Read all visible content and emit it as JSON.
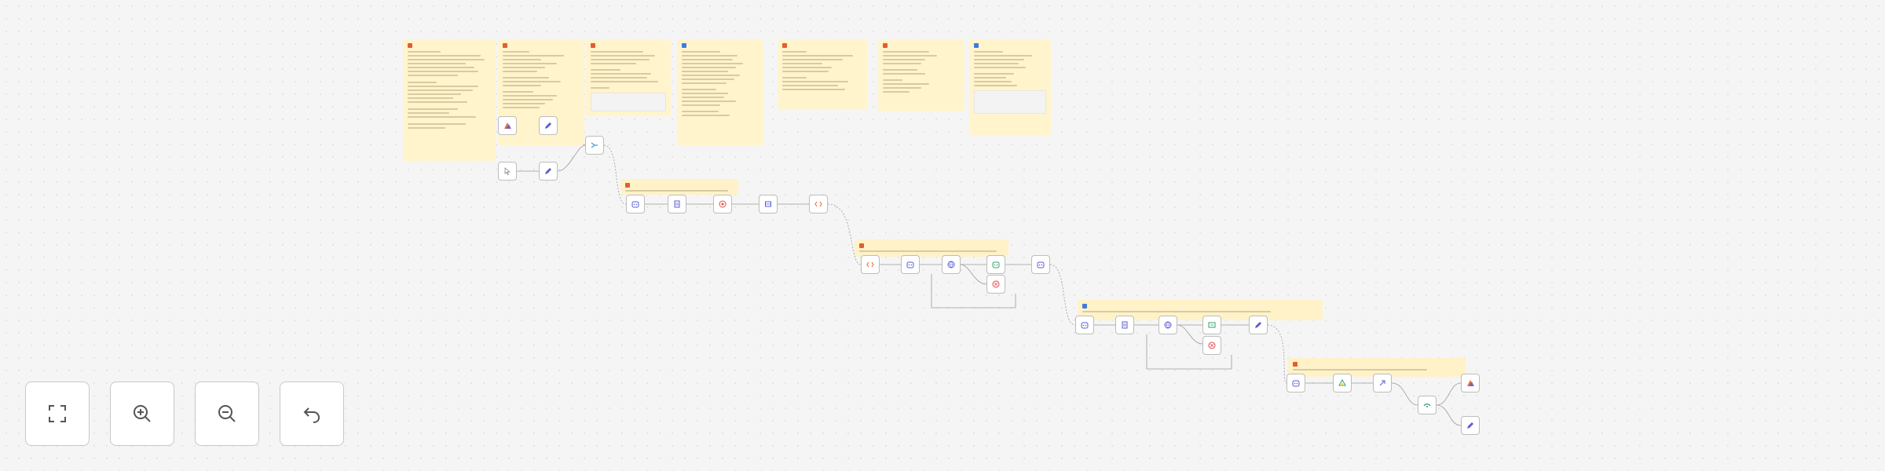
{
  "notes": [
    {
      "id": "n1",
      "title": "",
      "icon_color": "#e25d33"
    },
    {
      "id": "n2",
      "title": "",
      "icon_color": "#e25d33"
    },
    {
      "id": "n3",
      "title": "",
      "icon_color": "#e25d33"
    },
    {
      "id": "n4",
      "title": "",
      "icon_color": "#3d7be0"
    },
    {
      "id": "n5",
      "title": "",
      "icon_color": "#e25d33"
    },
    {
      "id": "n6",
      "title": "",
      "icon_color": "#e25d33"
    },
    {
      "id": "n7",
      "title": "",
      "icon_color": "#3d7be0"
    }
  ],
  "sections": [
    {
      "id": "s1",
      "title": ""
    },
    {
      "id": "s2",
      "title": ""
    },
    {
      "id": "s3",
      "title": ""
    },
    {
      "id": "s4",
      "title": ""
    }
  ],
  "nodes": [
    {
      "id": "a1",
      "icon": "trigger-icon"
    },
    {
      "id": "a2",
      "icon": "pencil-icon"
    },
    {
      "id": "a3",
      "icon": "cursor-icon"
    },
    {
      "id": "a4",
      "icon": "pencil-icon"
    },
    {
      "id": "a5",
      "icon": "merge-icon"
    },
    {
      "id": "b1",
      "icon": "ai-agent-icon"
    },
    {
      "id": "b2",
      "icon": "document-icon"
    },
    {
      "id": "b3",
      "icon": "target-icon"
    },
    {
      "id": "b4",
      "icon": "database-icon"
    },
    {
      "id": "b5",
      "icon": "code-icon"
    },
    {
      "id": "c1",
      "icon": "code-icon"
    },
    {
      "id": "c2",
      "icon": "ai-agent-icon"
    },
    {
      "id": "c3",
      "icon": "globe-icon"
    },
    {
      "id": "c4",
      "icon": "ai-agent-icon"
    },
    {
      "id": "c5",
      "icon": "stop-icon"
    },
    {
      "id": "c6",
      "icon": "ai-agent-icon"
    },
    {
      "id": "d1",
      "icon": "ai-agent-icon"
    },
    {
      "id": "d2",
      "icon": "document-icon"
    },
    {
      "id": "d3",
      "icon": "globe-icon"
    },
    {
      "id": "d4",
      "icon": "screen-icon"
    },
    {
      "id": "d5",
      "icon": "stop-icon"
    },
    {
      "id": "d6",
      "icon": "pencil-icon"
    },
    {
      "id": "e1",
      "icon": "ai-agent-icon"
    },
    {
      "id": "e2",
      "icon": "drive-icon"
    },
    {
      "id": "e3",
      "icon": "link-icon"
    },
    {
      "id": "e4",
      "icon": "webhook-icon"
    },
    {
      "id": "e5",
      "icon": "trigger-icon"
    },
    {
      "id": "e6",
      "icon": "pencil-icon"
    }
  ],
  "controls": {
    "fit_view": "fit-view-icon",
    "zoom_in": "zoom-in-icon",
    "zoom_out": "zoom-out-icon",
    "undo": "undo-icon"
  },
  "colors": {
    "note_bg": "#fff4cc",
    "node_accent": "#5b5bd6",
    "node_orange": "#ee6c3c",
    "node_red": "#e24b4b",
    "node_green": "#35a06a"
  }
}
